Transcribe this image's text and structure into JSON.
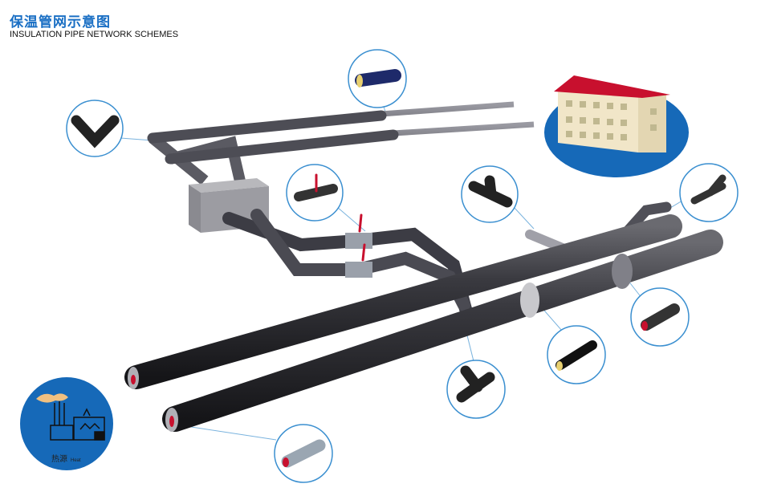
{
  "header": {
    "title": "保温管网示意图",
    "subtitle": "INSULATION PIPE NETWORK SCHEMES"
  },
  "heat_source": {
    "label_cn": "热源",
    "label_en": "Heat"
  },
  "colors": {
    "title": "#1a6fc4",
    "callout_border": "#3a8fd0",
    "circle_fill": "#1669b8",
    "pipe": "#2a2a2e",
    "roof": "#c8102e"
  }
}
